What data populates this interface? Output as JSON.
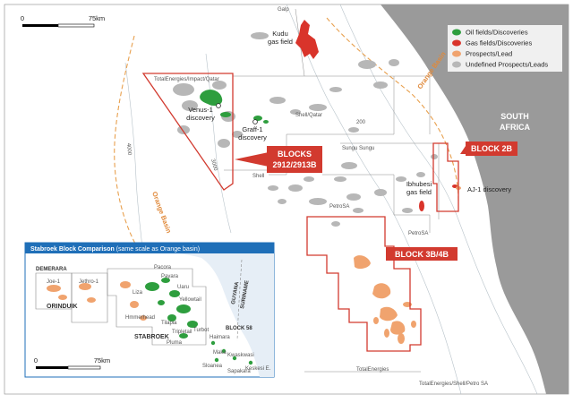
{
  "scale_bar": {
    "start": "0",
    "end": "75km"
  },
  "legend": {
    "items": [
      {
        "label": "Oil fields/Discoveries",
        "color": "#2e9e3e"
      },
      {
        "label": "Gas fields/Discoveries",
        "color": "#d9342b"
      },
      {
        "label": "Prospects/Lead",
        "color": "#f0a36e"
      },
      {
        "label": "Undefined Prospects/Leads",
        "color": "#b7b7b7"
      }
    ]
  },
  "land_label": {
    "line1": "SOUTH",
    "line2": "AFRICA"
  },
  "basin_labels": {
    "right": "Orange Basin",
    "left": "Orange Basin"
  },
  "fields": {
    "kudu": {
      "line1": "Kudu",
      "line2": "gas field"
    },
    "venus": {
      "line1": "Venus-1",
      "line2": "discovery"
    },
    "graff": {
      "line1": "Graff-1",
      "line2": "discovery"
    },
    "ibhubesi": {
      "line1": "Ibhubesi",
      "line2": "gas field"
    },
    "aj1": {
      "label": "AJ-1 discovery"
    }
  },
  "operator_labels": {
    "galp": "Galp",
    "totalenergies_impact_qatar": "TotalEnergies/Impact/Qatar",
    "shell_qatar": "Shell/Qatar",
    "sungu_sungu": "Sungu Sungu",
    "shell": "Shell",
    "petrosa_1": "PetroSA",
    "petrosa_2": "PetroSA",
    "totalenergies": "TotalEnergies",
    "tes_petro": "TotalEnergies/Shell/Petro SA"
  },
  "depth_labels": {
    "d200": "200",
    "d3000": "3000",
    "d4000": "4000"
  },
  "blocks": {
    "b2912": {
      "line1": "BLOCKS",
      "line2": "2912/2913B",
      "color": "#d23a2f"
    },
    "b2b": {
      "label": "BLOCK 2B",
      "color": "#d23a2f"
    },
    "b3b4b": {
      "label": "BLOCK 3B/4B",
      "color": "#d23a2f"
    }
  },
  "inset": {
    "title": "Stabroek Block Comparison",
    "subtitle": "(same scale as Orange basin)",
    "header_color": "#1f6fb8",
    "labels": {
      "demerara": "DEMERARA",
      "orinduik": "ORINDUIK",
      "stabroek": "STABROEK",
      "guyana": "GUYANA",
      "suriname": "SURINAME",
      "block58": "BLOCK 58",
      "pacora": "Pacora",
      "payara": "Payara",
      "liza": "Liza",
      "uaru": "Uaru",
      "yellowtail": "Yellowtail",
      "hammerhead": "Hmmerhead",
      "tilapia": "Tilapia",
      "tripletail": "Tripletail",
      "turbot": "Turbot",
      "pluma": "Pluma",
      "haimara": "Haimara",
      "maka": "Maka",
      "kwaskwasi": "Kwaskwasi",
      "keskesi": "Keskesi E.",
      "sloanea": "Sloanea",
      "sapakara": "Sapakara",
      "joe": "Joe-1",
      "jethro": "Jethro-1"
    },
    "scale_bar": {
      "start": "0",
      "end": "75km"
    }
  }
}
